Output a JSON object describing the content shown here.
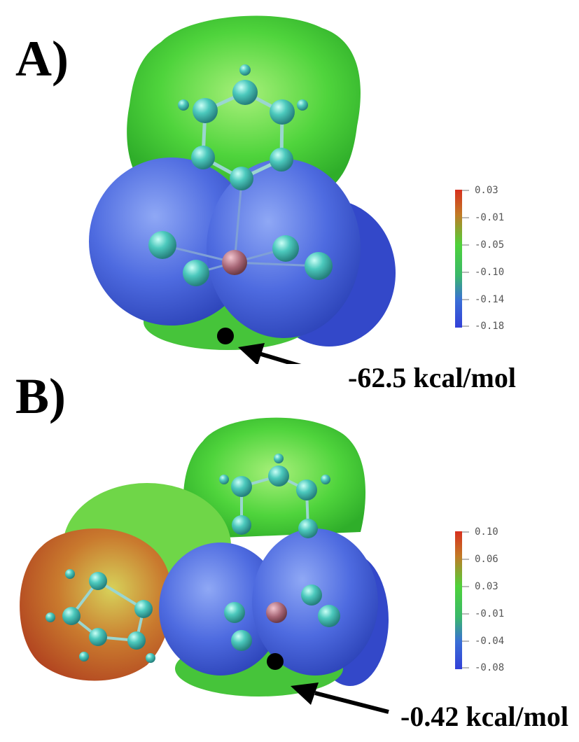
{
  "panels": [
    {
      "label": "A)",
      "energy": "-62.5 kcal/mol",
      "colorbar_ticks": [
        "0.03",
        "-0.01",
        "-0.05",
        "-0.10",
        "-0.14",
        "-0.18"
      ]
    },
    {
      "label": "B)",
      "energy": "-0.42 kcal/mol",
      "colorbar_ticks": [
        "0.10",
        "0.06",
        "0.03",
        "-0.01",
        "-0.04",
        "-0.08"
      ]
    }
  ],
  "colors": {
    "negative": "#3b55d8",
    "mid": "#3ed63e",
    "positive": "#d83a22",
    "atom": "#3fb5b0",
    "metal": "#b06a7a",
    "marker": "#000000"
  }
}
